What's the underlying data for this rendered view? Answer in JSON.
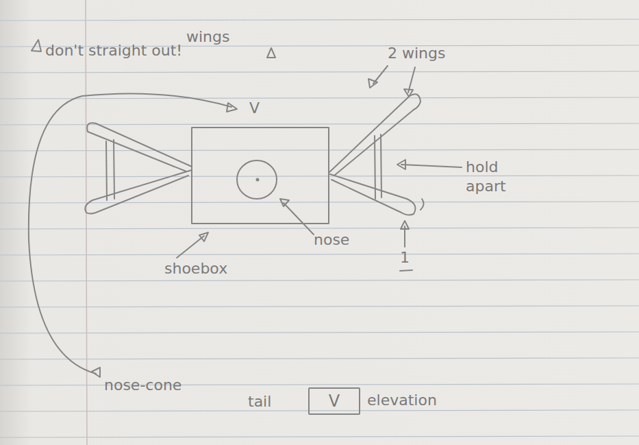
{
  "diagram": {
    "nodes": [
      {
        "text": [
          "V"
        ]
      }
    ],
    "labels": [
      "wings",
      "don't straight out!",
      "2 wings",
      "V",
      "hold apart",
      "nose",
      "1",
      "shoebox",
      "nose-cone",
      "tail",
      "elevation"
    ]
  }
}
